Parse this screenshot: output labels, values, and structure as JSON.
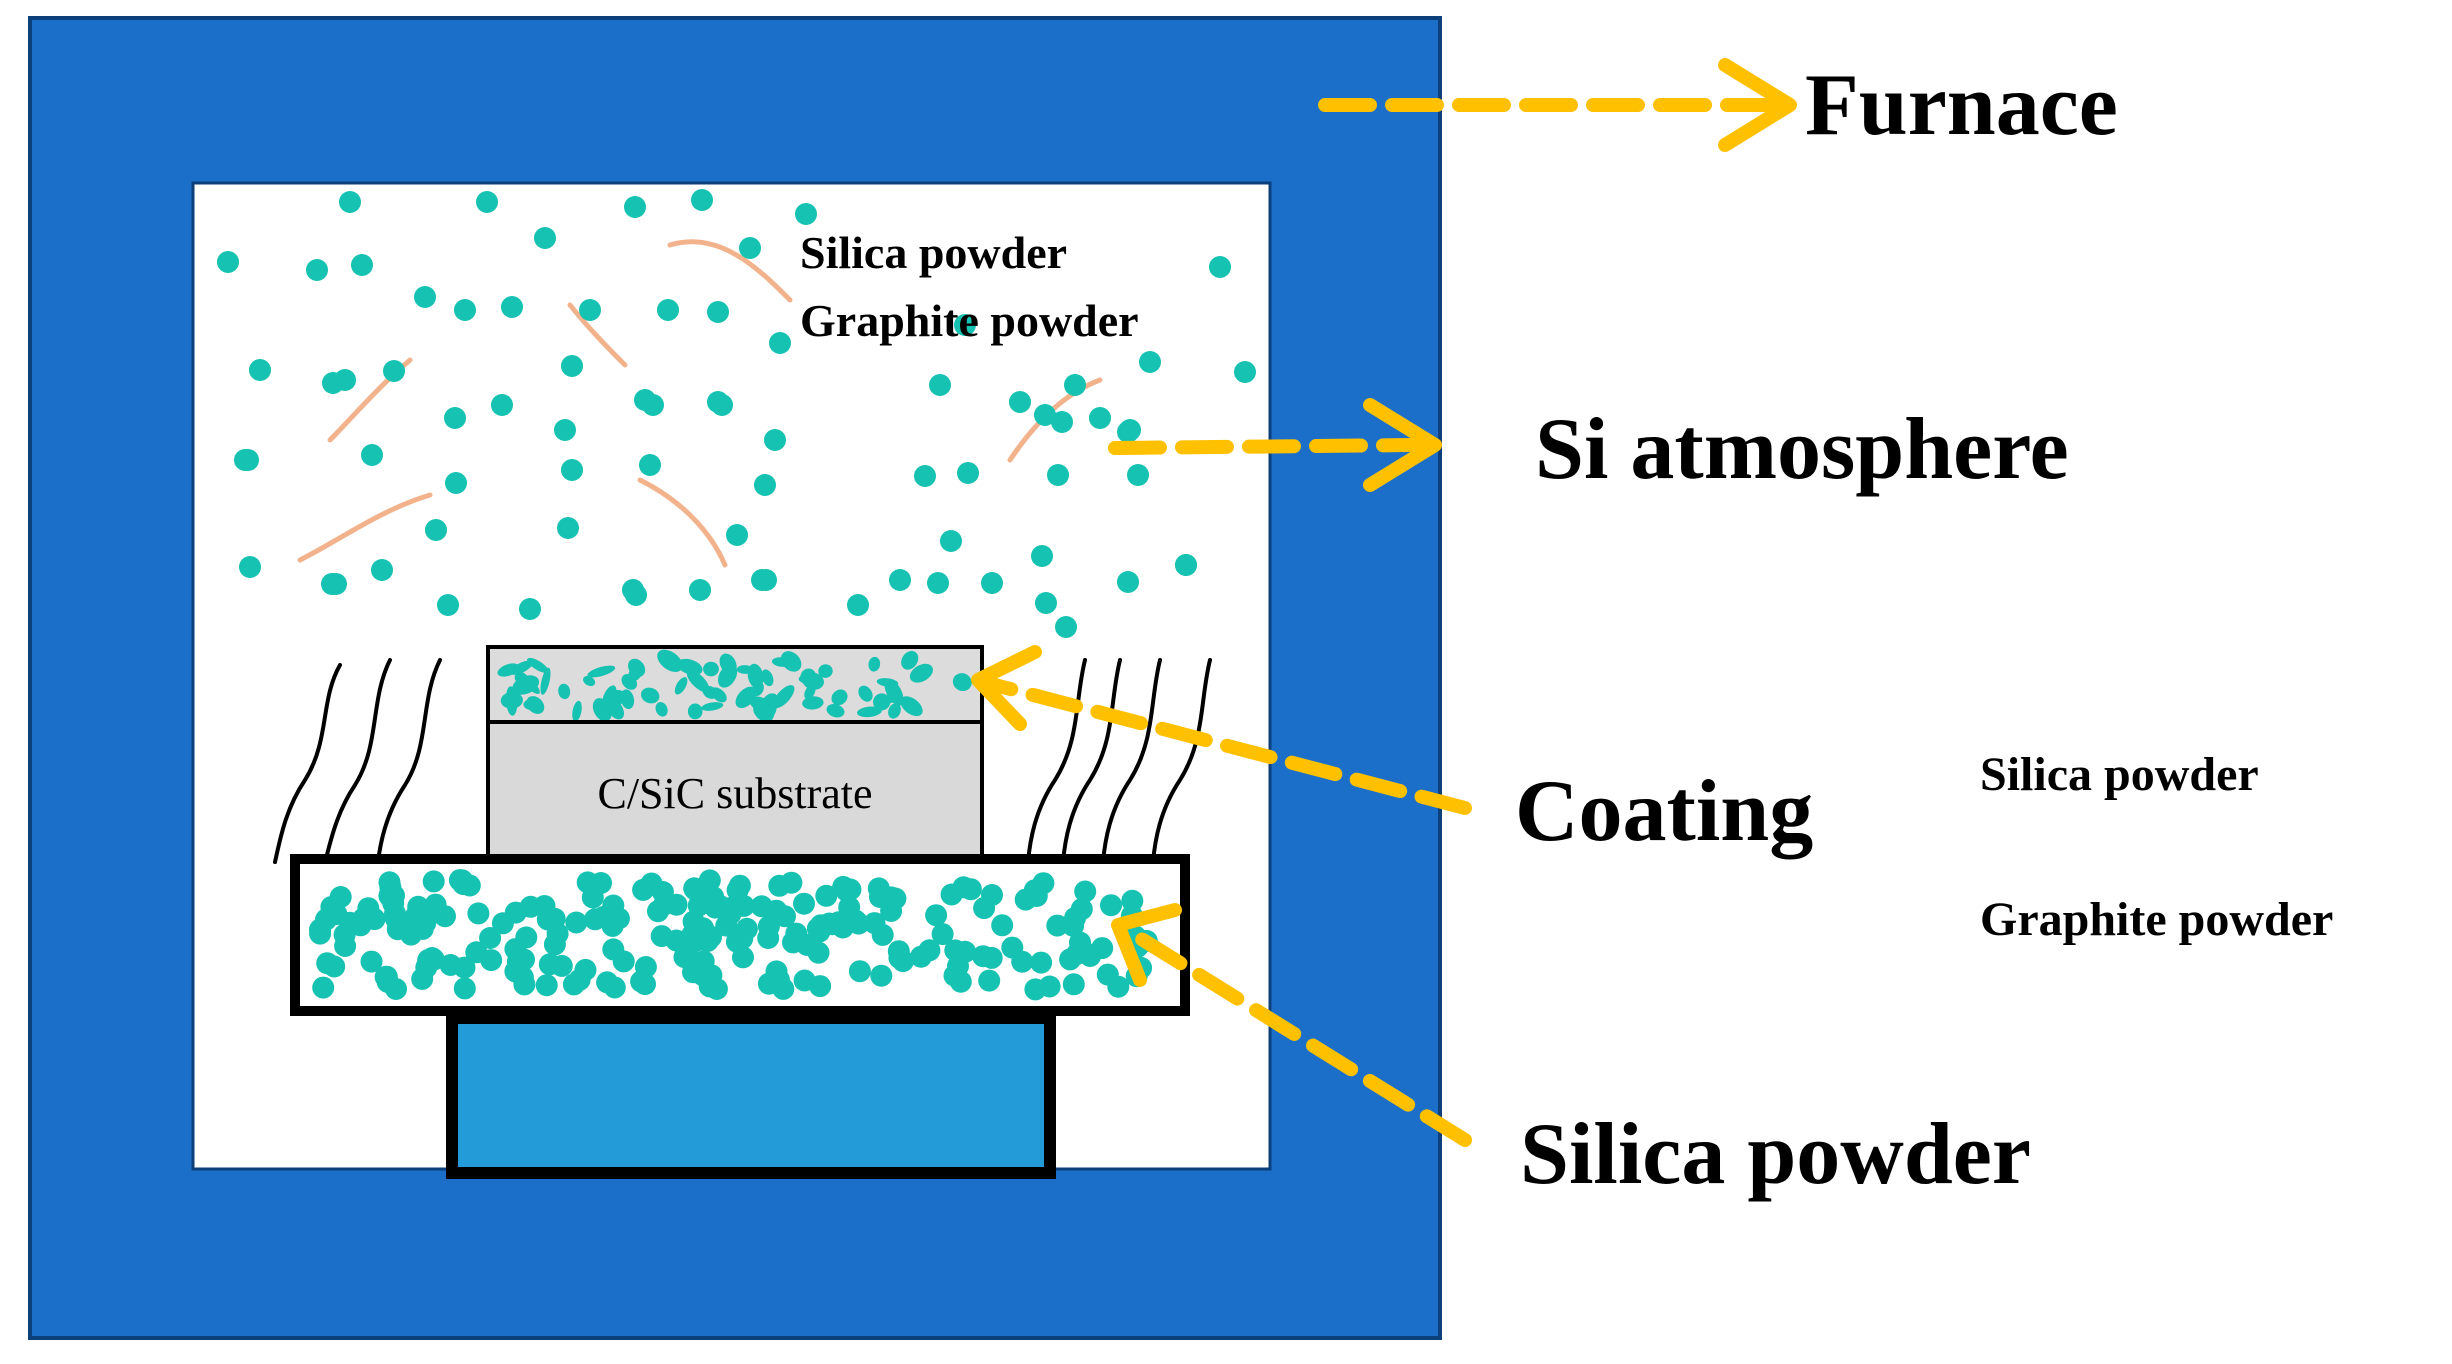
{
  "labels": {
    "furnace": "Furnace",
    "si_atmosphere": "Si atmosphere",
    "coating": "Coating",
    "silica_powder": "Silica powder",
    "substrate": "C/SiC substrate"
  },
  "chamber_legend": {
    "silica": "Silica powder",
    "graphite": "Graphite powder"
  },
  "side_legend": {
    "silica": "Silica powder",
    "graphite": "Graphite powder"
  },
  "colors": {
    "furnace": "#1b6fc9",
    "crucible": "#229bd8",
    "particle": "#16c2b1",
    "fiber": "#f2b38c",
    "arrow": "#ffc000",
    "substrate": "#d9d9d9",
    "coating": "#dcdcdc",
    "outline": "#000000"
  }
}
